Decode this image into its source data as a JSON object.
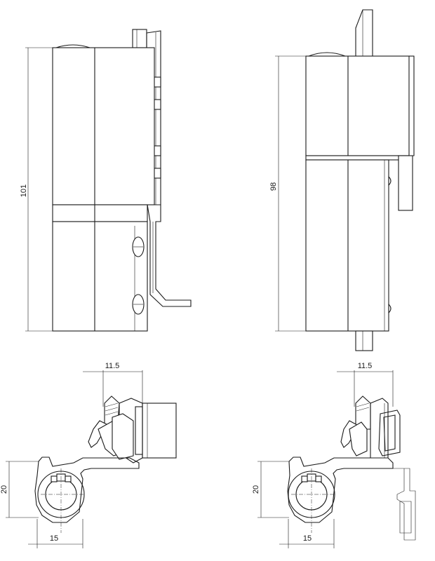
{
  "views": {
    "front_left": {
      "height_dim": "101"
    },
    "front_right": {
      "height_dim": "98"
    },
    "section_left": {
      "offset_dim": "11.5",
      "height_dim": "20",
      "width_dim": "15"
    },
    "section_right": {
      "offset_dim": "11.5",
      "height_dim": "20",
      "width_dim": "15"
    }
  },
  "colors": {
    "line": "#1a1a1a",
    "background": "#ffffff"
  }
}
